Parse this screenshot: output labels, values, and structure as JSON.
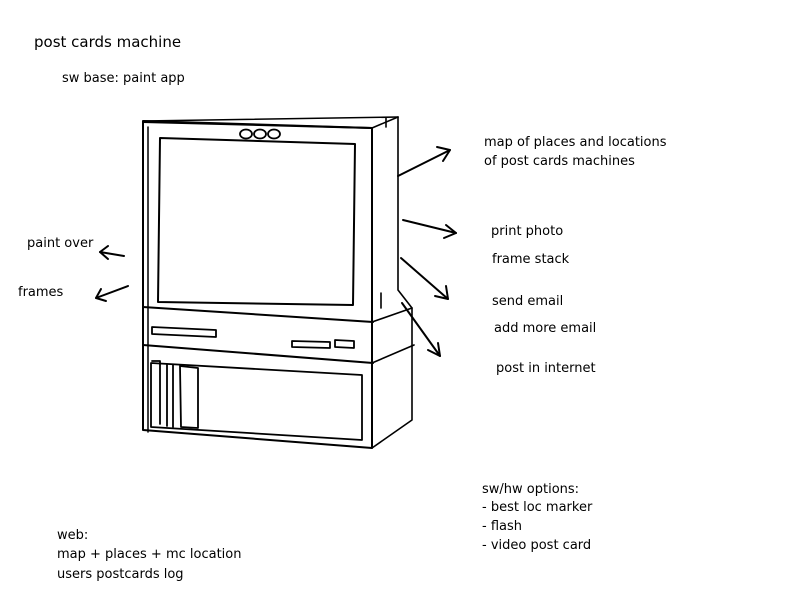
{
  "title": "post cards machine",
  "subtitle": "sw base: paint app",
  "left_labels": {
    "paint_over": "paint over",
    "frames": "frames"
  },
  "right_labels": {
    "map_line1": "map of places and locations",
    "map_line2": "of post cards machines",
    "print_photo": "print photo",
    "frame_stack": "frame stack",
    "send_email": "send email",
    "add_more_email": "add more email",
    "post_in_internet": "post in internet"
  },
  "web": {
    "heading": "web:",
    "line1": "map + places + mc location",
    "line2": "users postcards log"
  },
  "options": {
    "heading": "sw/hw options:",
    "items": [
      "- best loc marker",
      "- flash",
      "- video post card"
    ]
  }
}
